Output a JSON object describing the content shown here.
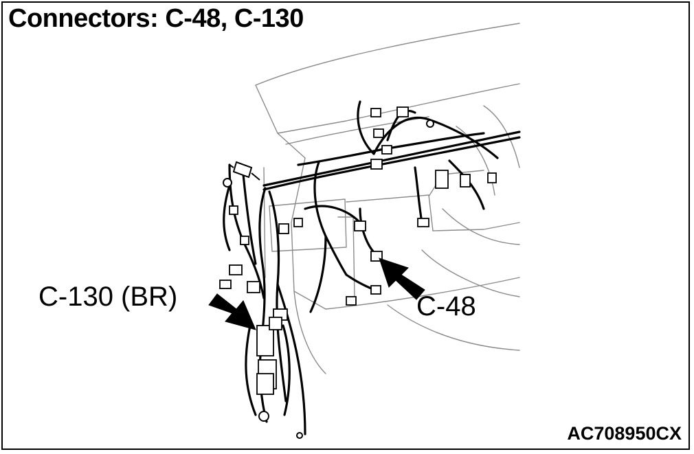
{
  "title": "Connectors: C-48, C-130",
  "callouts": {
    "c130": "C-130 (BR)",
    "c48": "C-48"
  },
  "figure_id": "AC708950CX"
}
